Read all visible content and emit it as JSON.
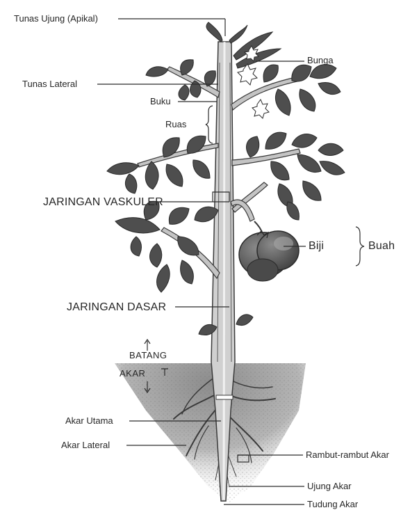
{
  "labels": {
    "tunas_ujung": "Tunas Ujung (Apikal)",
    "bunga": "Bunga",
    "tunas_lateral": "Tunas Lateral",
    "buku": "Buku",
    "ruas": "Ruas",
    "jaringan_vaskuler": "JARINGAN VASKULER",
    "biji": "Biji",
    "buah": "Buah",
    "jaringan_dasar": "JARINGAN DASAR",
    "batang": "BATANG",
    "akar": "AKAR",
    "akar_utama": "Akar Utama",
    "akar_lateral": "Akar Lateral",
    "rambut_akar": "Rambut-rambut Akar",
    "ujung_akar": "Ujung Akar",
    "tudung_akar": "Tudung Akar"
  },
  "colors": {
    "leaf": "#4e4e4e",
    "leaf_dark": "#2f2f2f",
    "stem": "#c9c9c9",
    "stem_edge": "#3a3a3a",
    "fruit": "#5a5a5a",
    "soil": "#9a9a9a",
    "line": "#2b2b2b"
  }
}
